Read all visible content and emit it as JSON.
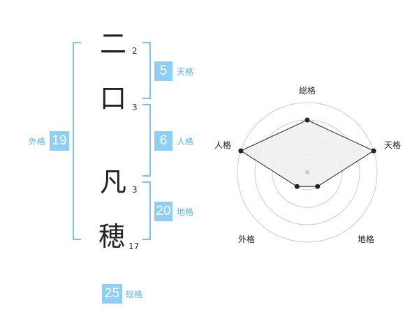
{
  "name": {
    "chars": [
      {
        "char": "二",
        "strokes": "2"
      },
      {
        "char": "口",
        "strokes": "3"
      },
      {
        "char": "凡",
        "strokes": "3"
      },
      {
        "char": "穂",
        "strokes": "17"
      }
    ]
  },
  "kaku": {
    "tenkaku": {
      "value": "5",
      "label": "天格"
    },
    "jinkaku": {
      "value": "6",
      "label": "人格"
    },
    "chikaku": {
      "value": "20",
      "label": "地格"
    },
    "gaikaku": {
      "value": "19",
      "label": "外格"
    },
    "soukaku": {
      "value": "25",
      "label": "総格"
    }
  },
  "chart_data": {
    "type": "radar",
    "axes": [
      "総格",
      "天格",
      "地格",
      "外格",
      "人格"
    ],
    "rings": 4,
    "max": 4,
    "values": [
      3,
      4,
      1,
      1,
      4
    ],
    "colors": {
      "fill": "#efefef",
      "stroke": "#222222",
      "ring": "#cccccc",
      "center": "#cccccc"
    }
  }
}
